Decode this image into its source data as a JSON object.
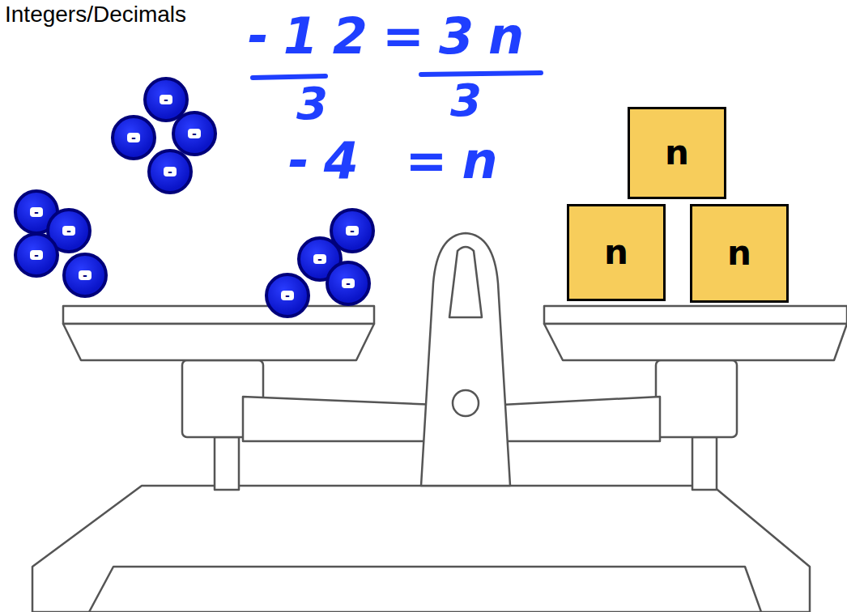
{
  "diagram": {
    "title": "Integers/Decimals",
    "nodes": [
      {
        "text": [
          "-"
        ]
      },
      {
        "text": [
          "-"
        ]
      },
      {
        "text": [
          "-"
        ]
      },
      {
        "text": [
          "-"
        ]
      },
      {
        "text": [
          "-"
        ]
      },
      {
        "text": [
          "-"
        ]
      },
      {
        "text": [
          "-"
        ]
      },
      {
        "text": [
          "-"
        ]
      },
      {
        "text": [
          "-"
        ]
      },
      {
        "text": [
          "-"
        ]
      },
      {
        "text": [
          "-"
        ]
      },
      {
        "text": [
          "-"
        ]
      },
      {
        "text": [
          "n"
        ]
      },
      {
        "text": [
          "n"
        ]
      },
      {
        "text": [
          "n"
        ]
      }
    ],
    "labels": [
      "-12=3n",
      "3",
      "3",
      "-4 =n"
    ]
  }
}
